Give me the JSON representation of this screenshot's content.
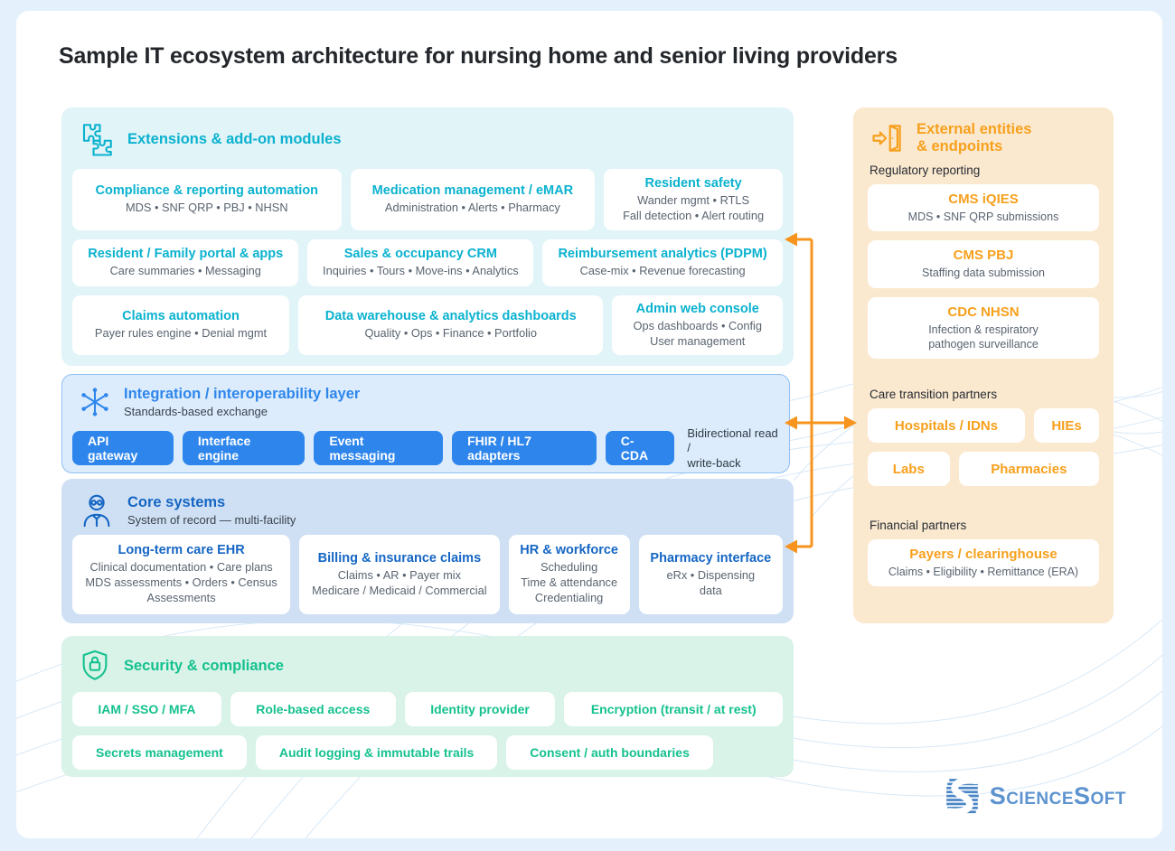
{
  "page": {
    "title": "Sample IT ecosystem architecture for nursing home and senior living providers"
  },
  "colors": {
    "cyan_accent": "#0ab2cf",
    "blue_accent": "#2e86ec",
    "navy_accent": "#1566c4",
    "green_accent": "#14c18e",
    "orange_accent": "#f7a01d",
    "arrow_orange": "#f6941e",
    "page_background": "#e4f0fb"
  },
  "extensions": {
    "icon": "puzzle-icon",
    "title": "Extensions & add-on modules",
    "rows": [
      [
        {
          "title": "Compliance & reporting automation",
          "desc": "MDS • SNF QRP • PBJ • NHSN"
        },
        {
          "title": "Medication management / eMAR",
          "desc": "Administration • Alerts • Pharmacy"
        },
        {
          "title": "Resident safety",
          "desc": "Wander mgmt • RTLS\nFall detection • Alert routing"
        }
      ],
      [
        {
          "title": "Resident / Family portal & apps",
          "desc": "Care summaries • Messaging"
        },
        {
          "title": "Sales & occupancy CRM",
          "desc": "Inquiries • Tours • Move-ins • Analytics"
        },
        {
          "title": "Reimbursement analytics (PDPM)",
          "desc": "Case-mix • Revenue forecasting"
        }
      ],
      [
        {
          "title": "Claims automation",
          "desc": "Payer rules engine • Denial mgmt"
        },
        {
          "title": "Data warehouse & analytics dashboards",
          "desc": "Quality • Ops • Finance • Portfolio"
        },
        {
          "title": "Admin web console",
          "desc": "Ops dashboards • Config\nUser management"
        }
      ]
    ]
  },
  "integration": {
    "icon": "network-hub-icon",
    "title": "Integration / interoperability layer",
    "subtitle": "Standards-based exchange",
    "pills": [
      "API gateway",
      "Interface engine",
      "Event messaging",
      "FHIR / HL7 adapters",
      "C-CDA"
    ],
    "note": "Bidirectional read /\nwrite-back"
  },
  "core": {
    "icon": "clinician-icon",
    "title": "Core systems",
    "subtitle": "System of record — multi-facility",
    "cards": [
      {
        "title": "Long-term care EHR",
        "desc": "Clinical documentation • Care plans\nMDS assessments • Orders • Census\nAssessments"
      },
      {
        "title": "Billing & insurance claims",
        "desc": "Claims • AR • Payer mix\nMedicare / Medicaid / Commercial"
      },
      {
        "title": "HR & workforce",
        "desc": "Scheduling\nTime & attendance\nCredentialing"
      },
      {
        "title": "Pharmacy interface",
        "desc": "eRx • Dispensing\ndata"
      }
    ]
  },
  "security": {
    "icon": "shield-lock-icon",
    "title": "Security & compliance",
    "chips": [
      [
        "IAM / SSO / MFA",
        "Role-based access",
        "Identity provider",
        "Encryption (transit / at rest)"
      ],
      [
        "Secrets management",
        "Audit logging & immutable trails",
        "Consent / auth boundaries"
      ]
    ]
  },
  "external": {
    "icon": "exit-door-icon",
    "title": "External entities\n& endpoints",
    "groups": [
      {
        "label": "Regulatory reporting",
        "cards": [
          {
            "title": "CMS iQIES",
            "desc": "MDS • SNF QRP submissions"
          },
          {
            "title": "CMS PBJ",
            "desc": "Staffing data submission"
          },
          {
            "title": "CDC NHSN",
            "desc": "Infection & respiratory\npathogen surveillance"
          }
        ]
      },
      {
        "label": "Care transition partners",
        "cards": [
          {
            "title": "Hospitals / IDNs"
          },
          {
            "title": "HIEs"
          },
          {
            "title": "Labs"
          },
          {
            "title": "Pharmacies"
          }
        ]
      },
      {
        "label": "Financial partners",
        "cards": [
          {
            "title": "Payers / clearinghouse",
            "desc": "Claims • Eligibility • Remittance (ERA)"
          }
        ]
      }
    ]
  },
  "logo": {
    "text": "ScienceSoft"
  }
}
